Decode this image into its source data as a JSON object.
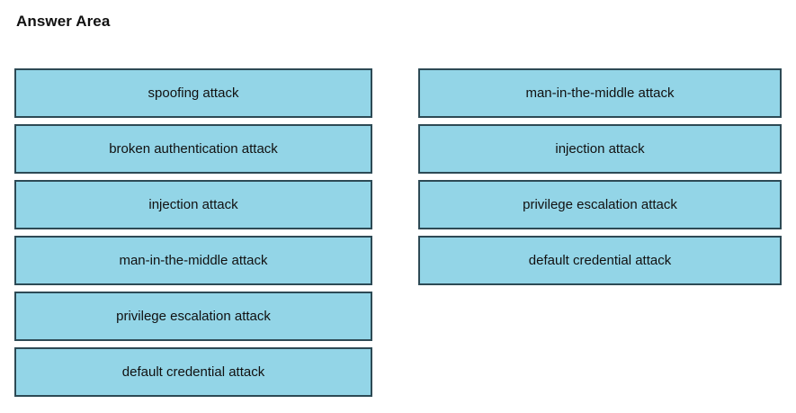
{
  "page": {
    "title": "Answer Area",
    "background_color": "#ffffff"
  },
  "style": {
    "box_fill_color": "#93d5e7",
    "box_border_color": "#2d4a55",
    "text_color": "#111111"
  },
  "columns": [
    {
      "name": "source-options",
      "items": [
        {
          "label": "spoofing attack"
        },
        {
          "label": "broken authentication attack"
        },
        {
          "label": "injection attack"
        },
        {
          "label": "man-in-the-middle attack"
        },
        {
          "label": "privilege escalation attack"
        },
        {
          "label": "default credential attack"
        }
      ]
    },
    {
      "name": "answer-slots",
      "items": [
        {
          "label": "man-in-the-middle attack"
        },
        {
          "label": "injection attack"
        },
        {
          "label": "privilege escalation attack"
        },
        {
          "label": "default credential attack"
        }
      ]
    }
  ]
}
